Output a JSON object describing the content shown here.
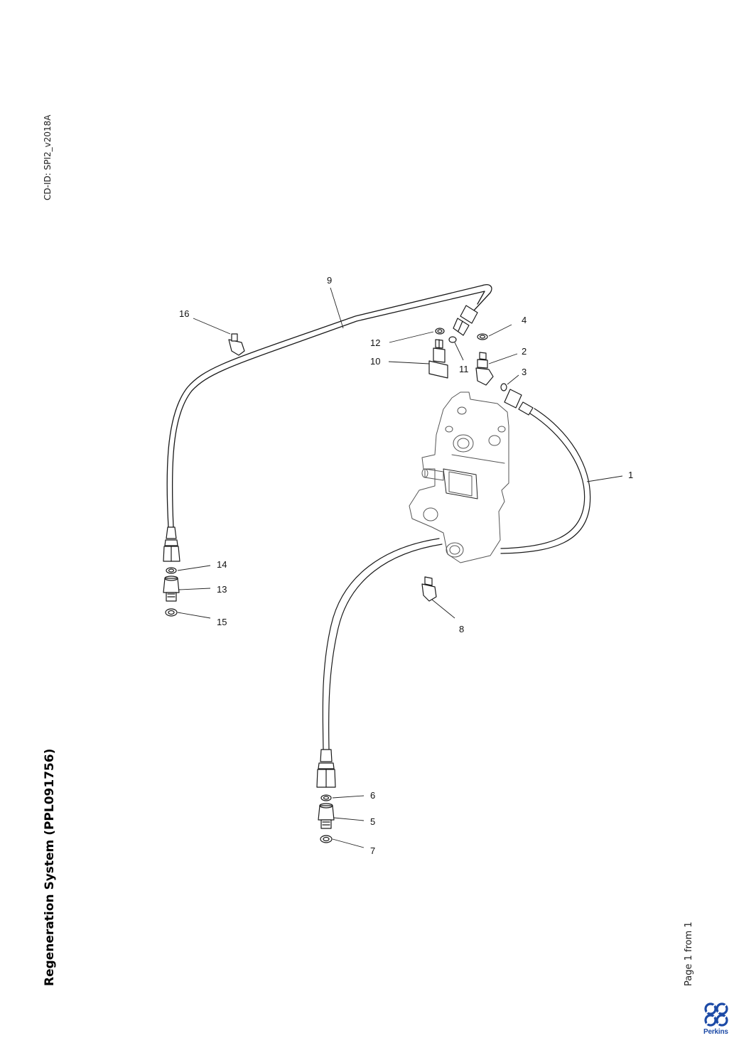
{
  "header": {
    "cd_id": "CD-ID: SPI2_v2018A"
  },
  "title": "Regeneration System (PPL091756)",
  "footer": {
    "page": "Page 1 from 1",
    "brand": "Perkins"
  },
  "callouts": {
    "c1": "1",
    "c2": "2",
    "c3": "3",
    "c4": "4",
    "c5": "5",
    "c6": "6",
    "c7": "7",
    "c8": "8",
    "c9": "9",
    "c10": "10",
    "c11": "11",
    "c12": "12",
    "c13": "13",
    "c14": "14",
    "c15": "15",
    "c16": "16"
  },
  "colors": {
    "line": "#1a1a1a",
    "logo_blue": "#1c4aa6"
  }
}
